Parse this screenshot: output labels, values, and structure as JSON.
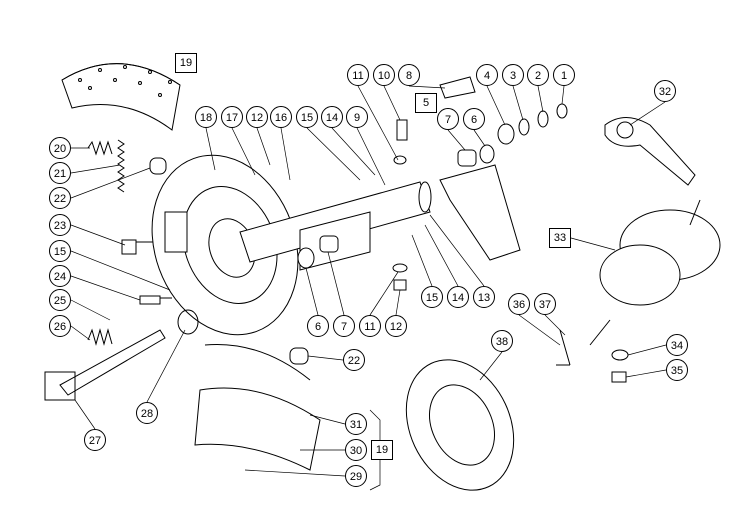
{
  "title": "Brake assembly exploded parts diagram",
  "callouts": [
    "20",
    "21",
    "22",
    "23",
    "15",
    "24",
    "25",
    "26",
    "18",
    "17",
    "12",
    "16",
    "15",
    "14",
    "9",
    "11",
    "10",
    "8",
    "4",
    "3",
    "2",
    "1",
    "7",
    "6",
    "32",
    "6",
    "7",
    "11",
    "12",
    "15",
    "14",
    "13",
    "36",
    "37",
    "38",
    "34",
    "35",
    "22",
    "28",
    "27",
    "31",
    "30",
    "29"
  ],
  "boxed_labels": [
    "19",
    "5",
    "33",
    "19"
  ]
}
